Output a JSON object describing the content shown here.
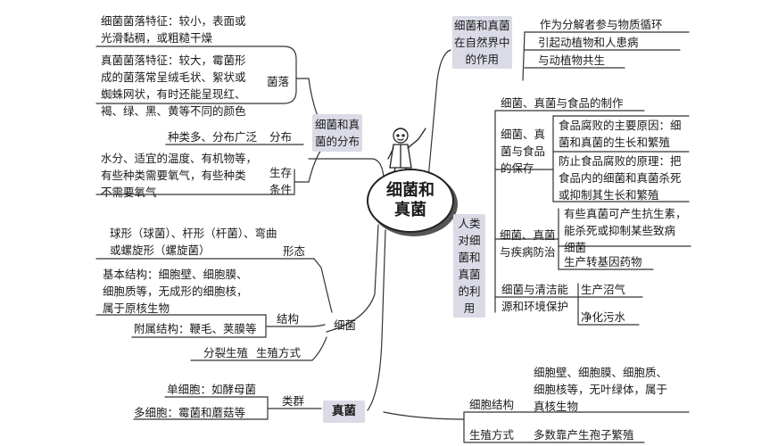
{
  "center": "细菌和\n真菌",
  "left_top": {
    "colony_bacteria": "细菌菌落特征：较小，表面或\n光滑黏稠，或粗糙干燥",
    "colony_fungi": "真菌菌落特征：较大，霉菌形\n成的菌落常呈绒毛状、絮状或\n蜘蛛网状，有时还能呈现红、\n褐、绿、黑、黄等不同的颜色",
    "colony_label": "菌落",
    "dist_text": "种类多、分布广泛",
    "dist_label": "分布",
    "cond_text": "水分、适宜的温度、有机物等，\n有些种类需要氧气，有些种类\n不需要氧气",
    "cond_label": "生存\n条件",
    "branch": "细菌和真\n菌的分布"
  },
  "left_bottom": {
    "shape_text": "球形（球菌）、杆形（杆菌）、弯曲\n或螺旋形（螺旋菌）",
    "shape_label": "形态",
    "basic_text": "基本结构：细胞壁、细胞膜、\n细胞质等，无成形的细胞核，\n属于原核生物",
    "accessory_text": "附属结构：鞭毛、荚膜等",
    "structure_label": "结构",
    "reproduce_text": "分裂生殖",
    "reproduce_label": "生殖方式",
    "bacteria_label": "细菌",
    "unicell_text": "单细胞：如酵母菌",
    "multicell_text": "多细胞：霉菌和蘑菇等",
    "group_label": "类群",
    "fungi_label": "真菌"
  },
  "right_top": {
    "branch": "细菌和真菌\n在自然界中\n的作用",
    "items": [
      "作为分解者参与物质循环",
      "引起动植物和人患病",
      "与动植物共生"
    ]
  },
  "right_mid": {
    "branch": "人类\n对细\n菌和\n真菌\n的利\n用",
    "food_making": "细菌、真菌与食品的制作",
    "preserve_label": "细菌、真\n菌与食品\n的保存",
    "preserve_cause": "食品腐败的主要原因：细\n菌和真菌的生长和繁殖",
    "preserve_principle": "防止食品腐败的原理：把\n食品内的细菌和真菌杀死\n或抑制其生长和繁殖",
    "disease_label": "细菌、真菌\n与疾病防治",
    "antibiotic_text": "有些真菌可产生抗生素，\n能杀死或抑制某些致病\n细菌",
    "gene_drug": "生产转基因药物",
    "energy_label": "细菌与清洁能\n源和环境保护",
    "biogas": "生产沼气",
    "sewage": "净化污水"
  },
  "right_bottom": {
    "cell_label": "细胞结构",
    "cell_text": "细胞壁、细胞膜、细胞质、\n细胞核等，无叶绿体，属于\n真核生物",
    "repro_label": "生殖方式",
    "repro_text": "多数靠产生孢子繁殖"
  }
}
